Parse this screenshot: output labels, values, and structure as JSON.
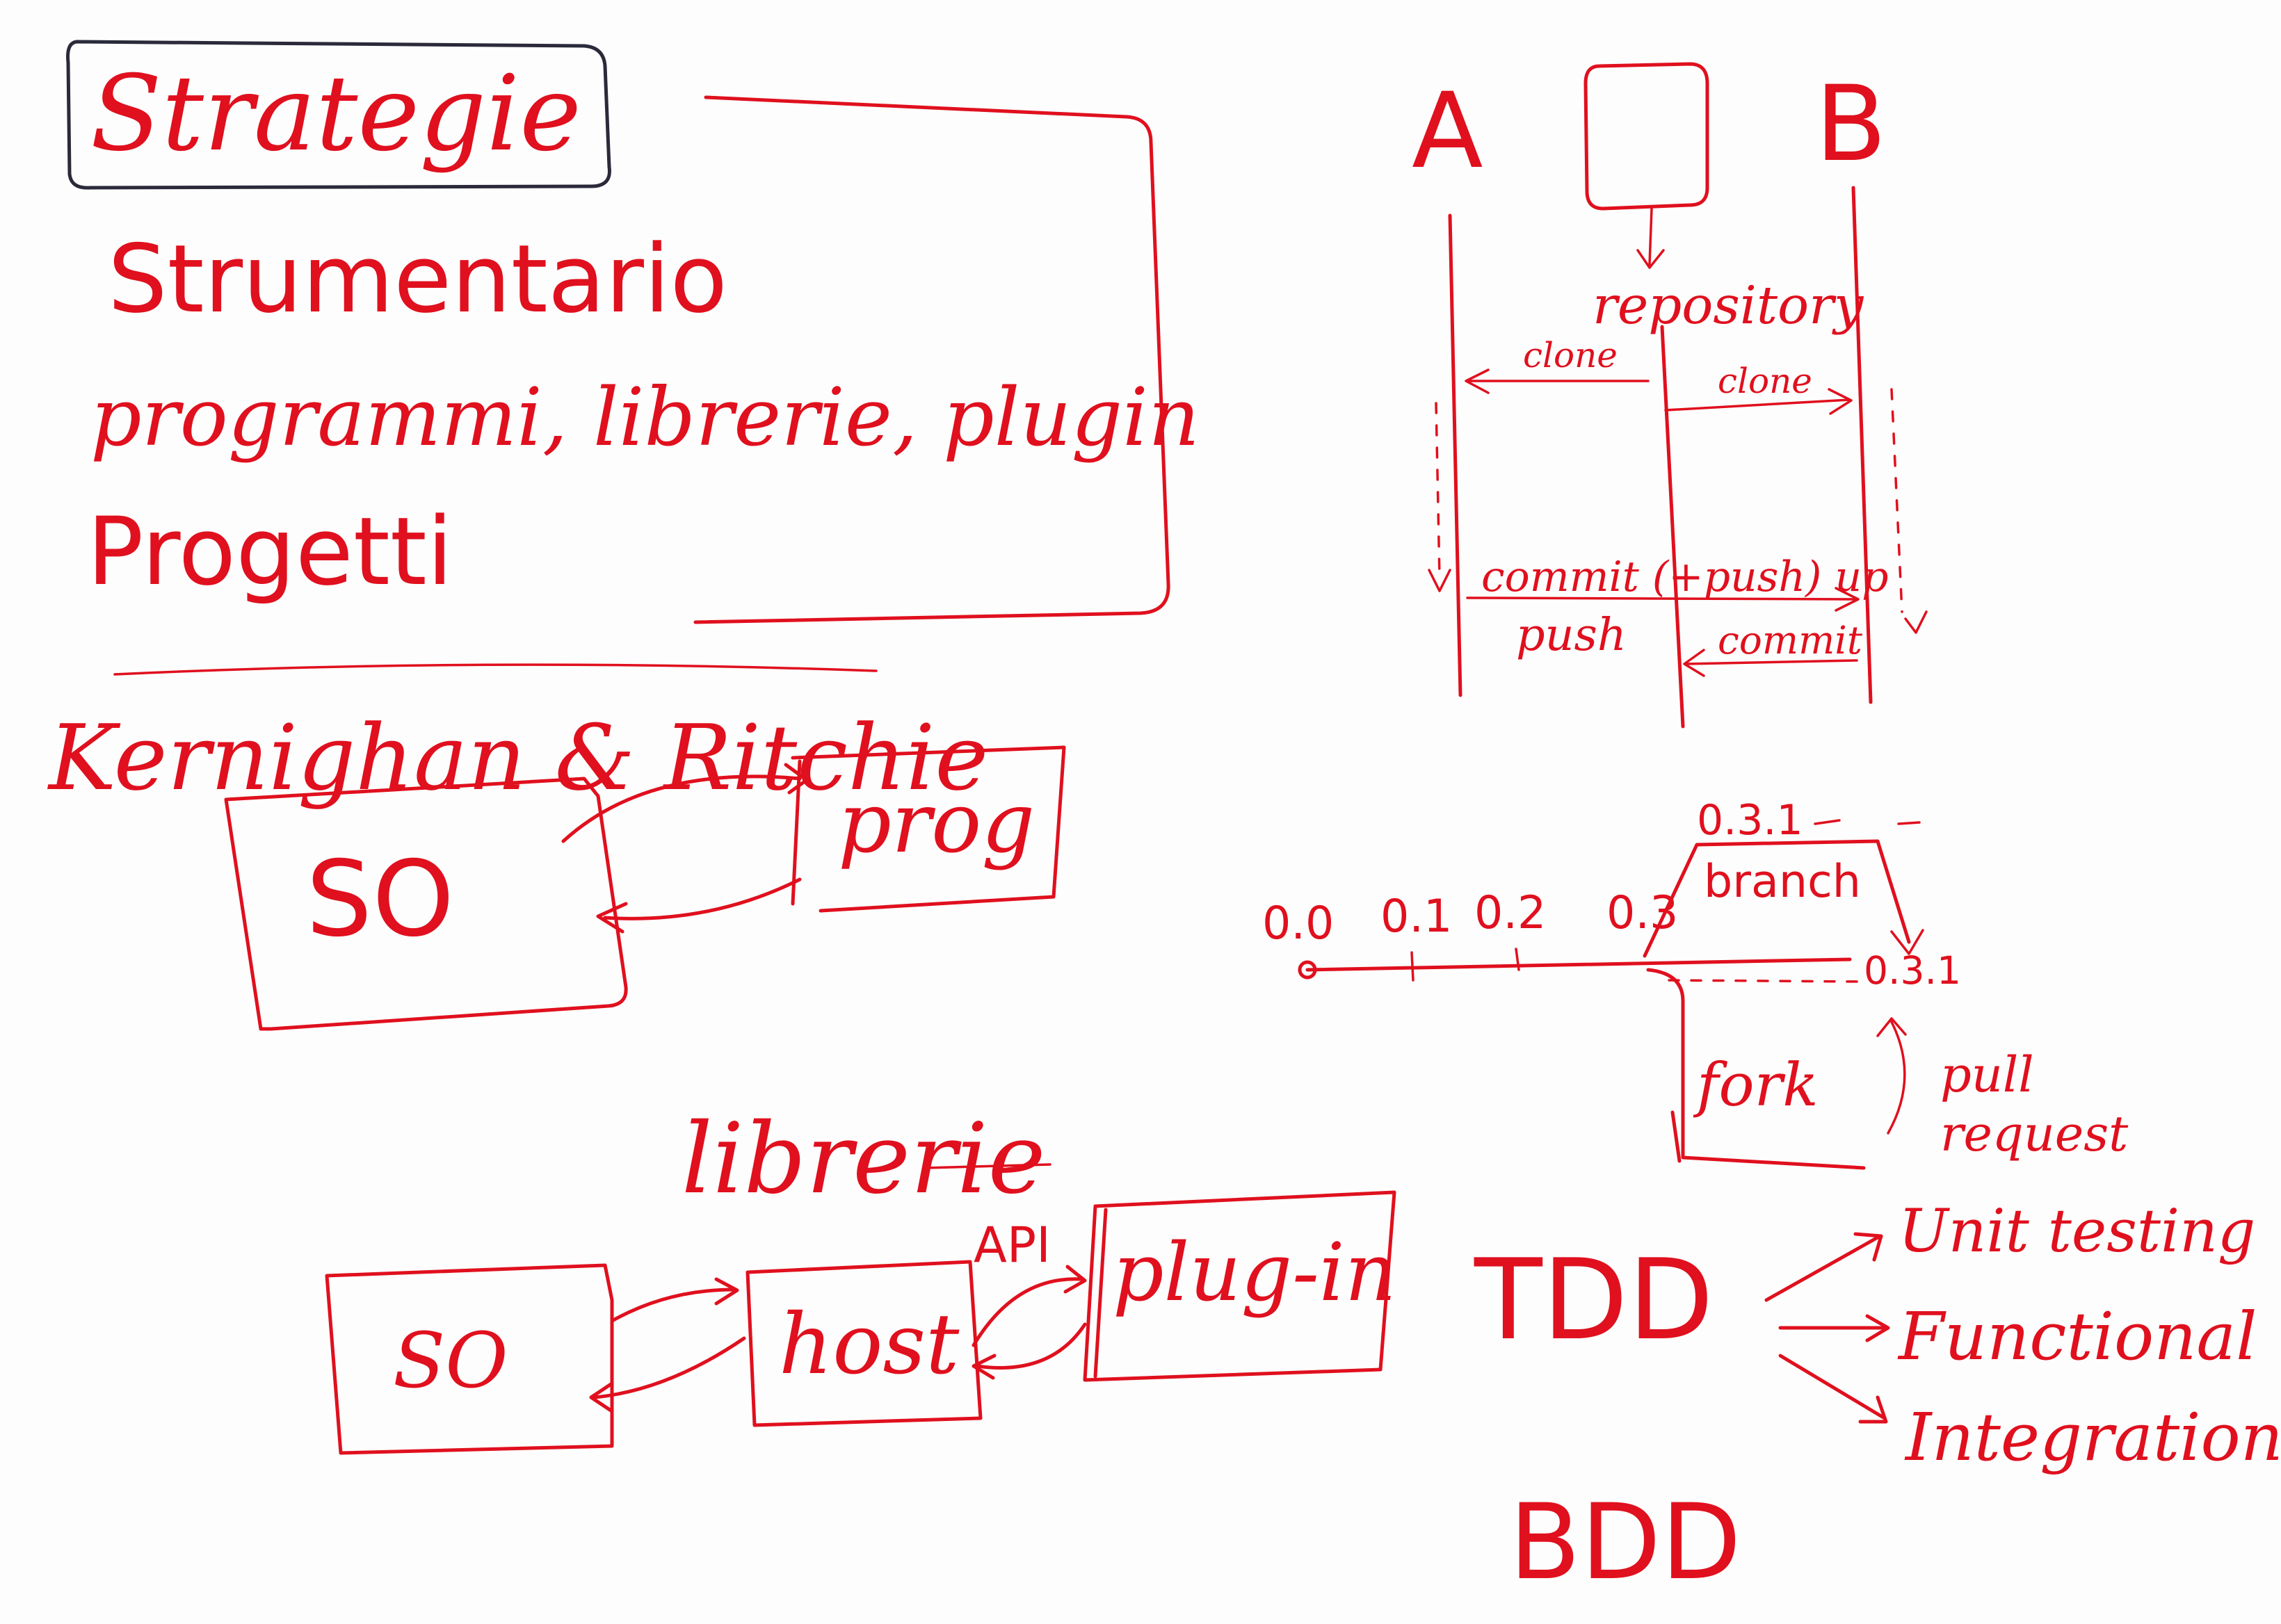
{
  "colors": {
    "ink": "#e0101e",
    "frame": "#2a2a3a",
    "board": "#fdfdfd"
  },
  "notes": {
    "title": "Strategie",
    "line1": "Strumentario",
    "line2": "programmi, librerie, plugin",
    "line3": "Progetti",
    "authors": "Kernighan & Ritchie",
    "librerie": "librerie"
  },
  "kr_diagram": {
    "so": "SO",
    "prog": "prog"
  },
  "plugin_diagram": {
    "so": "SO",
    "host": "host",
    "api": "API",
    "plugin": "plug-in"
  },
  "repo_diagram": {
    "actor_a": "A",
    "actor_b": "B",
    "repository": "repository",
    "clone_left": "clone",
    "clone_right": "clone",
    "commit_push": "commit (+push) up",
    "push": "push",
    "commit": "commit"
  },
  "branch_diagram": {
    "v00": "0.0",
    "v01": "0.1",
    "v02": "0.2",
    "v03": "0.3",
    "v031": "0.3.1",
    "branch": "branch",
    "v031b": "0.3.1",
    "fork": "fork",
    "pull": "pull",
    "request": "request"
  },
  "testing": {
    "tdd": "TDD",
    "unit": "Unit testing",
    "functional": "Functional",
    "integration": "Integration",
    "bdd": "BDD"
  }
}
